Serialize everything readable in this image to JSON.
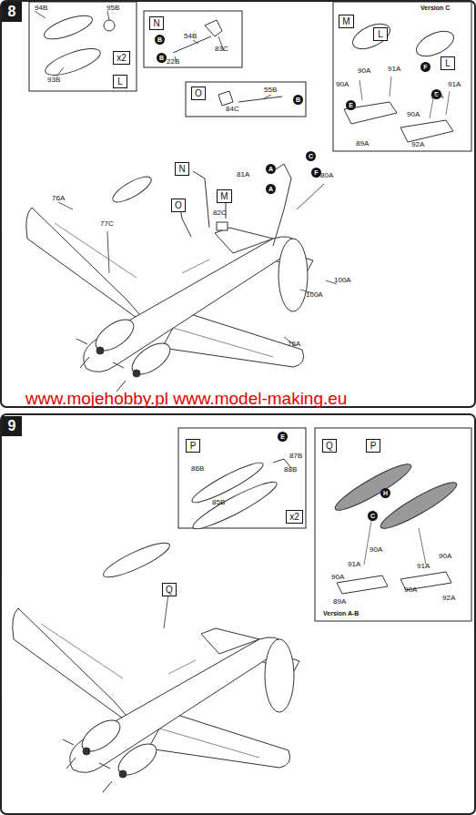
{
  "diagram": {
    "nodes": [
      {
        "text": [
          "8"
        ]
      },
      {
        "text": [
          "x2"
        ]
      },
      {
        "text": [
          "L"
        ]
      },
      {
        "text": [
          "N"
        ]
      },
      {
        "text": [
          "B"
        ]
      },
      {
        "text": [
          "O"
        ]
      },
      {
        "text": [
          "B"
        ]
      },
      {
        "text": [
          "M"
        ]
      },
      {
        "text": [
          "L"
        ]
      },
      {
        "text": [
          "L"
        ]
      },
      {
        "text": [
          "E"
        ]
      },
      {
        "text": [
          "F"
        ]
      },
      {
        "text": [
          "E"
        ]
      },
      {
        "text": [
          "N"
        ]
      },
      {
        "text": [
          "M"
        ]
      },
      {
        "text": [
          "O"
        ]
      },
      {
        "text": [
          "A"
        ]
      },
      {
        "text": [
          "A"
        ]
      },
      {
        "text": [
          "C"
        ]
      },
      {
        "text": [
          "F"
        ]
      },
      {
        "text": [
          "9"
        ]
      },
      {
        "text": [
          "P"
        ]
      },
      {
        "text": [
          "E"
        ]
      },
      {
        "text": [
          "x2"
        ]
      },
      {
        "text": [
          "Q"
        ]
      },
      {
        "text": [
          "P"
        ]
      },
      {
        "text": [
          "H"
        ]
      },
      {
        "text": [
          "C"
        ]
      },
      {
        "text": [
          "Q"
        ]
      },
      {
        "text": [
          "B"
        ]
      }
    ],
    "labels": [
      "94B",
      "95B",
      "93B",
      "54B",
      "83C",
      "22B",
      "55B",
      "84C",
      "Version C",
      "90A",
      "91A",
      "90A",
      "89A",
      "91A",
      "90A",
      "90A",
      "92A",
      "76A",
      "77C",
      "82C",
      "81A",
      "80A",
      "100A",
      "100A",
      "76A",
      "www.mojehobby.pl www.model-making.eu",
      "86B",
      "87B",
      "88B",
      "85B",
      "90A",
      "91A",
      "90A",
      "89A",
      "90A",
      "91A",
      "90A",
      "92A",
      "Version A-B"
    ]
  }
}
